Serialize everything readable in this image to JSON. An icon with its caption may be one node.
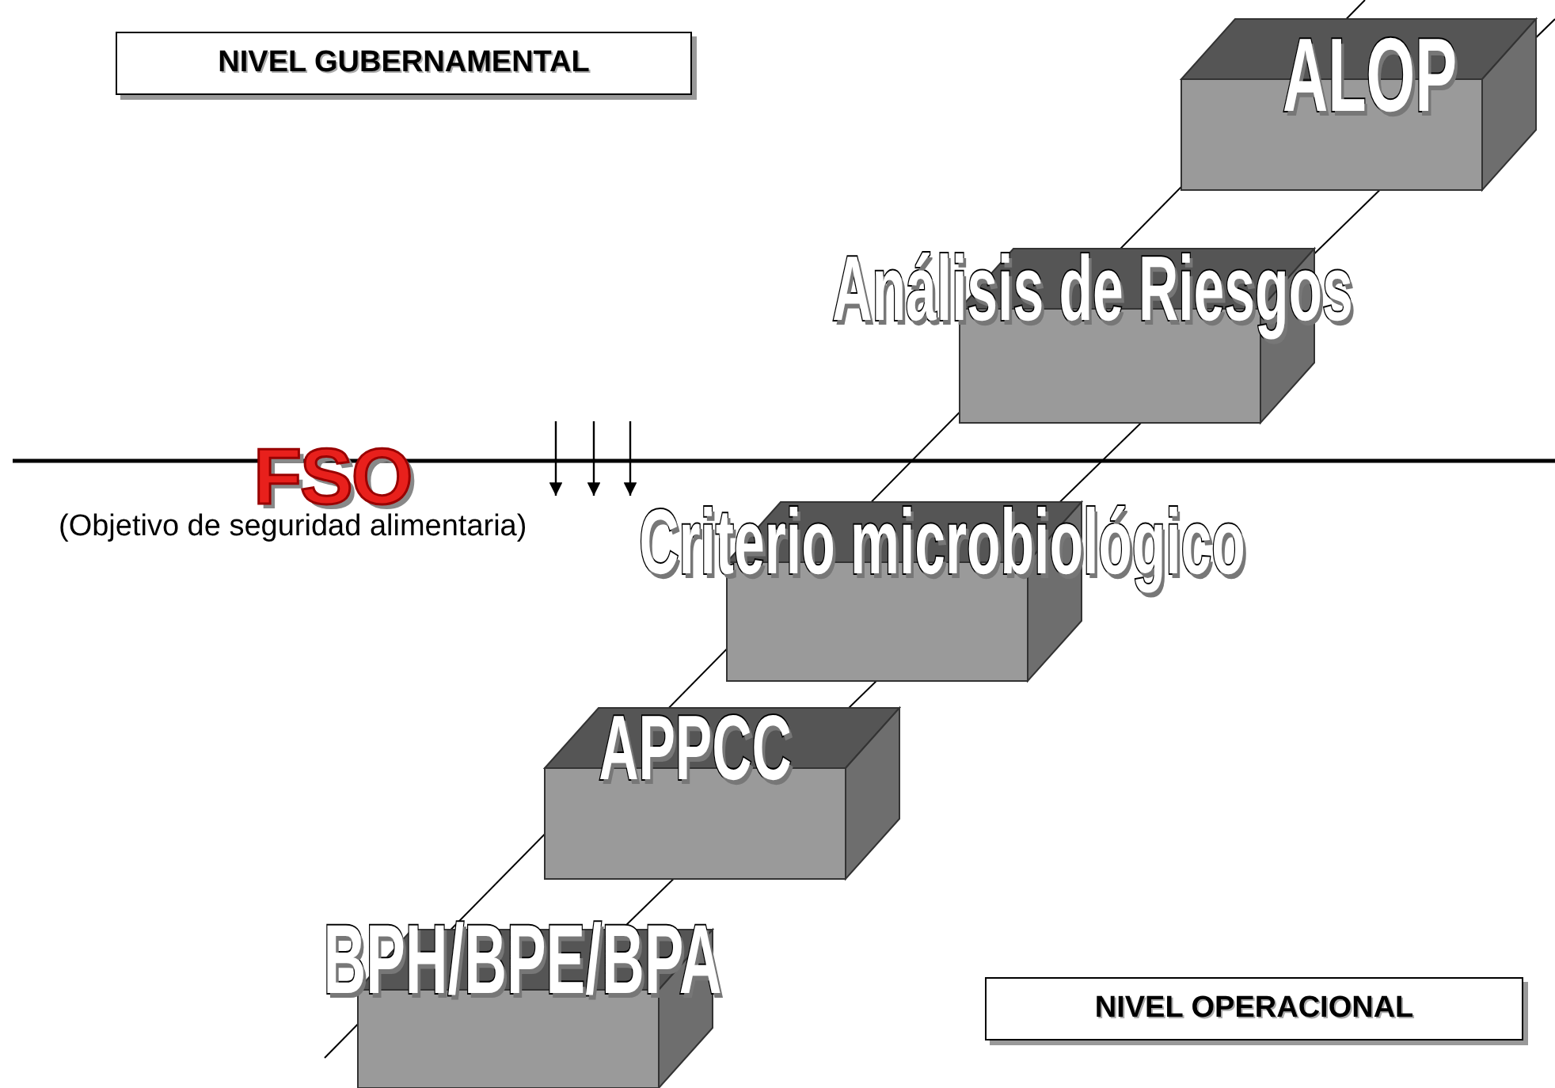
{
  "diagram": {
    "nodes": [
      {
        "text": [
          "NIVEL GUBERNAMENTAL"
        ]
      },
      {
        "text": [
          "ALOP"
        ]
      },
      {
        "text": [
          "Análisis de Riesgos"
        ]
      },
      {
        "text": [
          "Criterio microbiológico"
        ]
      },
      {
        "text": [
          "APPCC"
        ]
      },
      {
        "text": [
          "BPH/BPE/BPA"
        ]
      },
      {
        "text": [
          "NIVEL OPERACIONAL"
        ]
      }
    ],
    "edges": [],
    "labels": [
      "FSO",
      "(Objetivo de seguridad alimentaria)"
    ]
  }
}
